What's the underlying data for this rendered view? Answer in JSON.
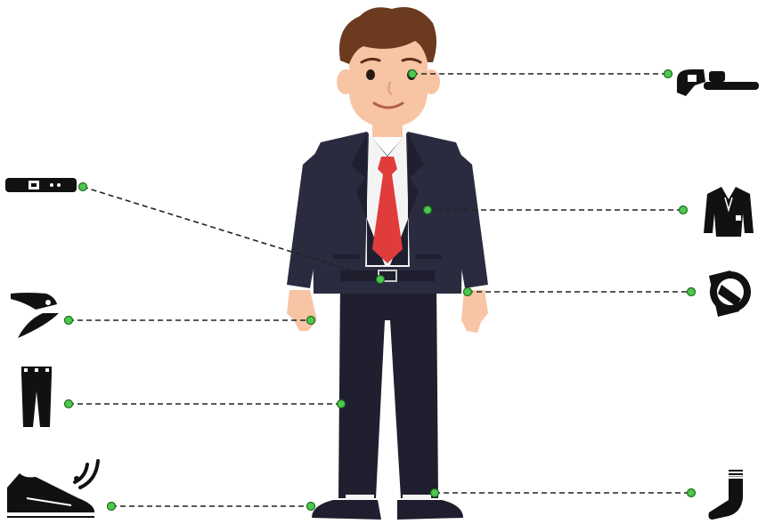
{
  "diagram": {
    "colors": {
      "background": "#ffffff",
      "connector_line": "#222222",
      "connector_dot": "#4cc94c",
      "dot_outline": "#1f6b1f",
      "suit": "#2b2b40",
      "suit_shadow": "#1f1f30",
      "tie": "#e13c3c",
      "shirt": "#f4f4f4",
      "skin": "#f7c4a4",
      "hair": "#6b3a1f",
      "shoe": "#1e1e2e",
      "icon": "#111111"
    },
    "figure": {
      "name": "businessman"
    },
    "devices": [
      {
        "id": "smart-glasses",
        "icon": "glasses-icon",
        "body_part": "eye",
        "side": "right"
      },
      {
        "id": "smart-belt",
        "icon": "belt-icon",
        "body_part": "waist",
        "side": "left"
      },
      {
        "id": "smart-jacket",
        "icon": "jacket-icon",
        "body_part": "torso",
        "side": "right"
      },
      {
        "id": "smart-watch",
        "icon": "watch-icon",
        "body_part": "wrist",
        "side": "right"
      },
      {
        "id": "smart-glove",
        "icon": "glove-icon",
        "body_part": "hand",
        "side": "left"
      },
      {
        "id": "smart-pants",
        "icon": "pants-icon",
        "body_part": "legs",
        "side": "left"
      },
      {
        "id": "smart-shoe",
        "icon": "shoe-icon",
        "body_part": "foot",
        "side": "left"
      },
      {
        "id": "smart-sock",
        "icon": "sock-icon",
        "body_part": "ankle",
        "side": "right"
      }
    ]
  }
}
